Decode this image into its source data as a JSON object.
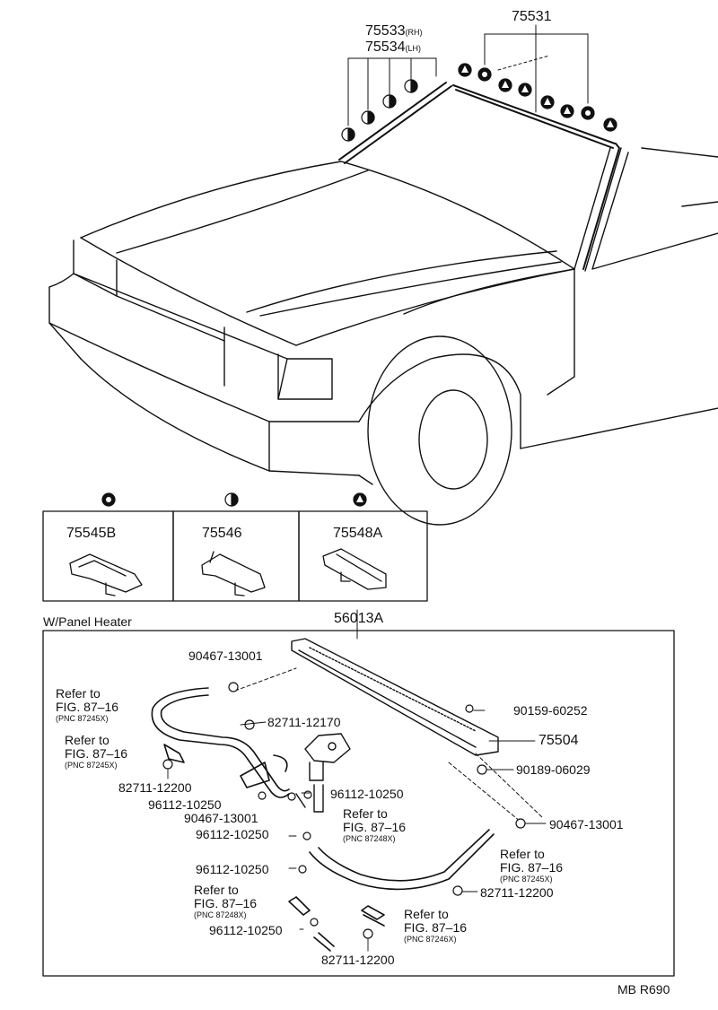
{
  "top_labels": {
    "p75533": "75533",
    "p75533_side": "(RH)",
    "p75534": "75534",
    "p75534_side": "(LH)",
    "p75531": "75531"
  },
  "clip_legend": [
    {
      "part": "75545B",
      "symbol": "full-circle"
    },
    {
      "part": "75546",
      "symbol": "half-circle"
    },
    {
      "part": "75548A",
      "symbol": "triangle"
    }
  ],
  "heater_section": {
    "title": "W/Panel Heater",
    "main_part": "56013A",
    "labels": {
      "l1": "90467-13001",
      "l2": "82711-12170",
      "l3": "90159-60252",
      "l4": "75504",
      "l5": "90189-06029",
      "l6": "82711-12200",
      "l7": "96112-10250",
      "l8": "90467-13001",
      "l9": "96112-10250",
      "l10": "96112-10250",
      "l11": "90467-13001",
      "l12": "96112-10250",
      "l13": "82711-12200",
      "l14": "96112-10250",
      "l15": "82711-12200"
    },
    "refs": [
      {
        "line1": "Refer to",
        "line2": "FIG. 87–16",
        "pnc": "(PNC 87245X)"
      },
      {
        "line1": "Refer to",
        "line2": "FIG. 87–16",
        "pnc": "(PNC 87245X)"
      },
      {
        "line1": "Refer to",
        "line2": "FIG. 87–16",
        "pnc": "(PNC 87248X)"
      },
      {
        "line1": "Refer to",
        "line2": "FIG. 87–16",
        "pnc": "(PNC 87245X)"
      },
      {
        "line1": "Refer to",
        "line2": "FIG. 87–16",
        "pnc": "(PNC 87248X)"
      },
      {
        "line1": "Refer to",
        "line2": "FIG. 87–16",
        "pnc": "(PNC 87246X)"
      }
    ]
  },
  "footer": "MB R690"
}
